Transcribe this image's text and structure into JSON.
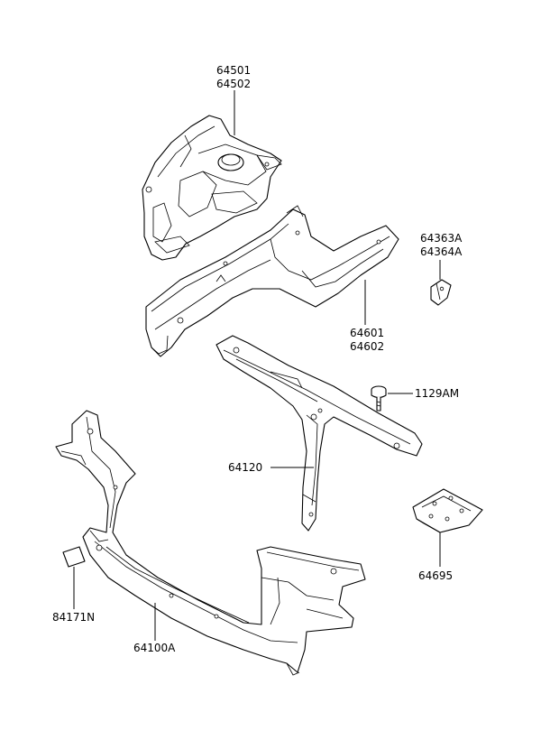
{
  "labels": {
    "p64501": "64501",
    "p64502": "64502",
    "p64363A": "64363A",
    "p64364A": "64364A",
    "p64601": "64601",
    "p64602": "64602",
    "p1129AM": "1129AM",
    "p64120": "64120",
    "p64695": "64695",
    "p84171N": "84171N",
    "p64100A": "64100A"
  }
}
